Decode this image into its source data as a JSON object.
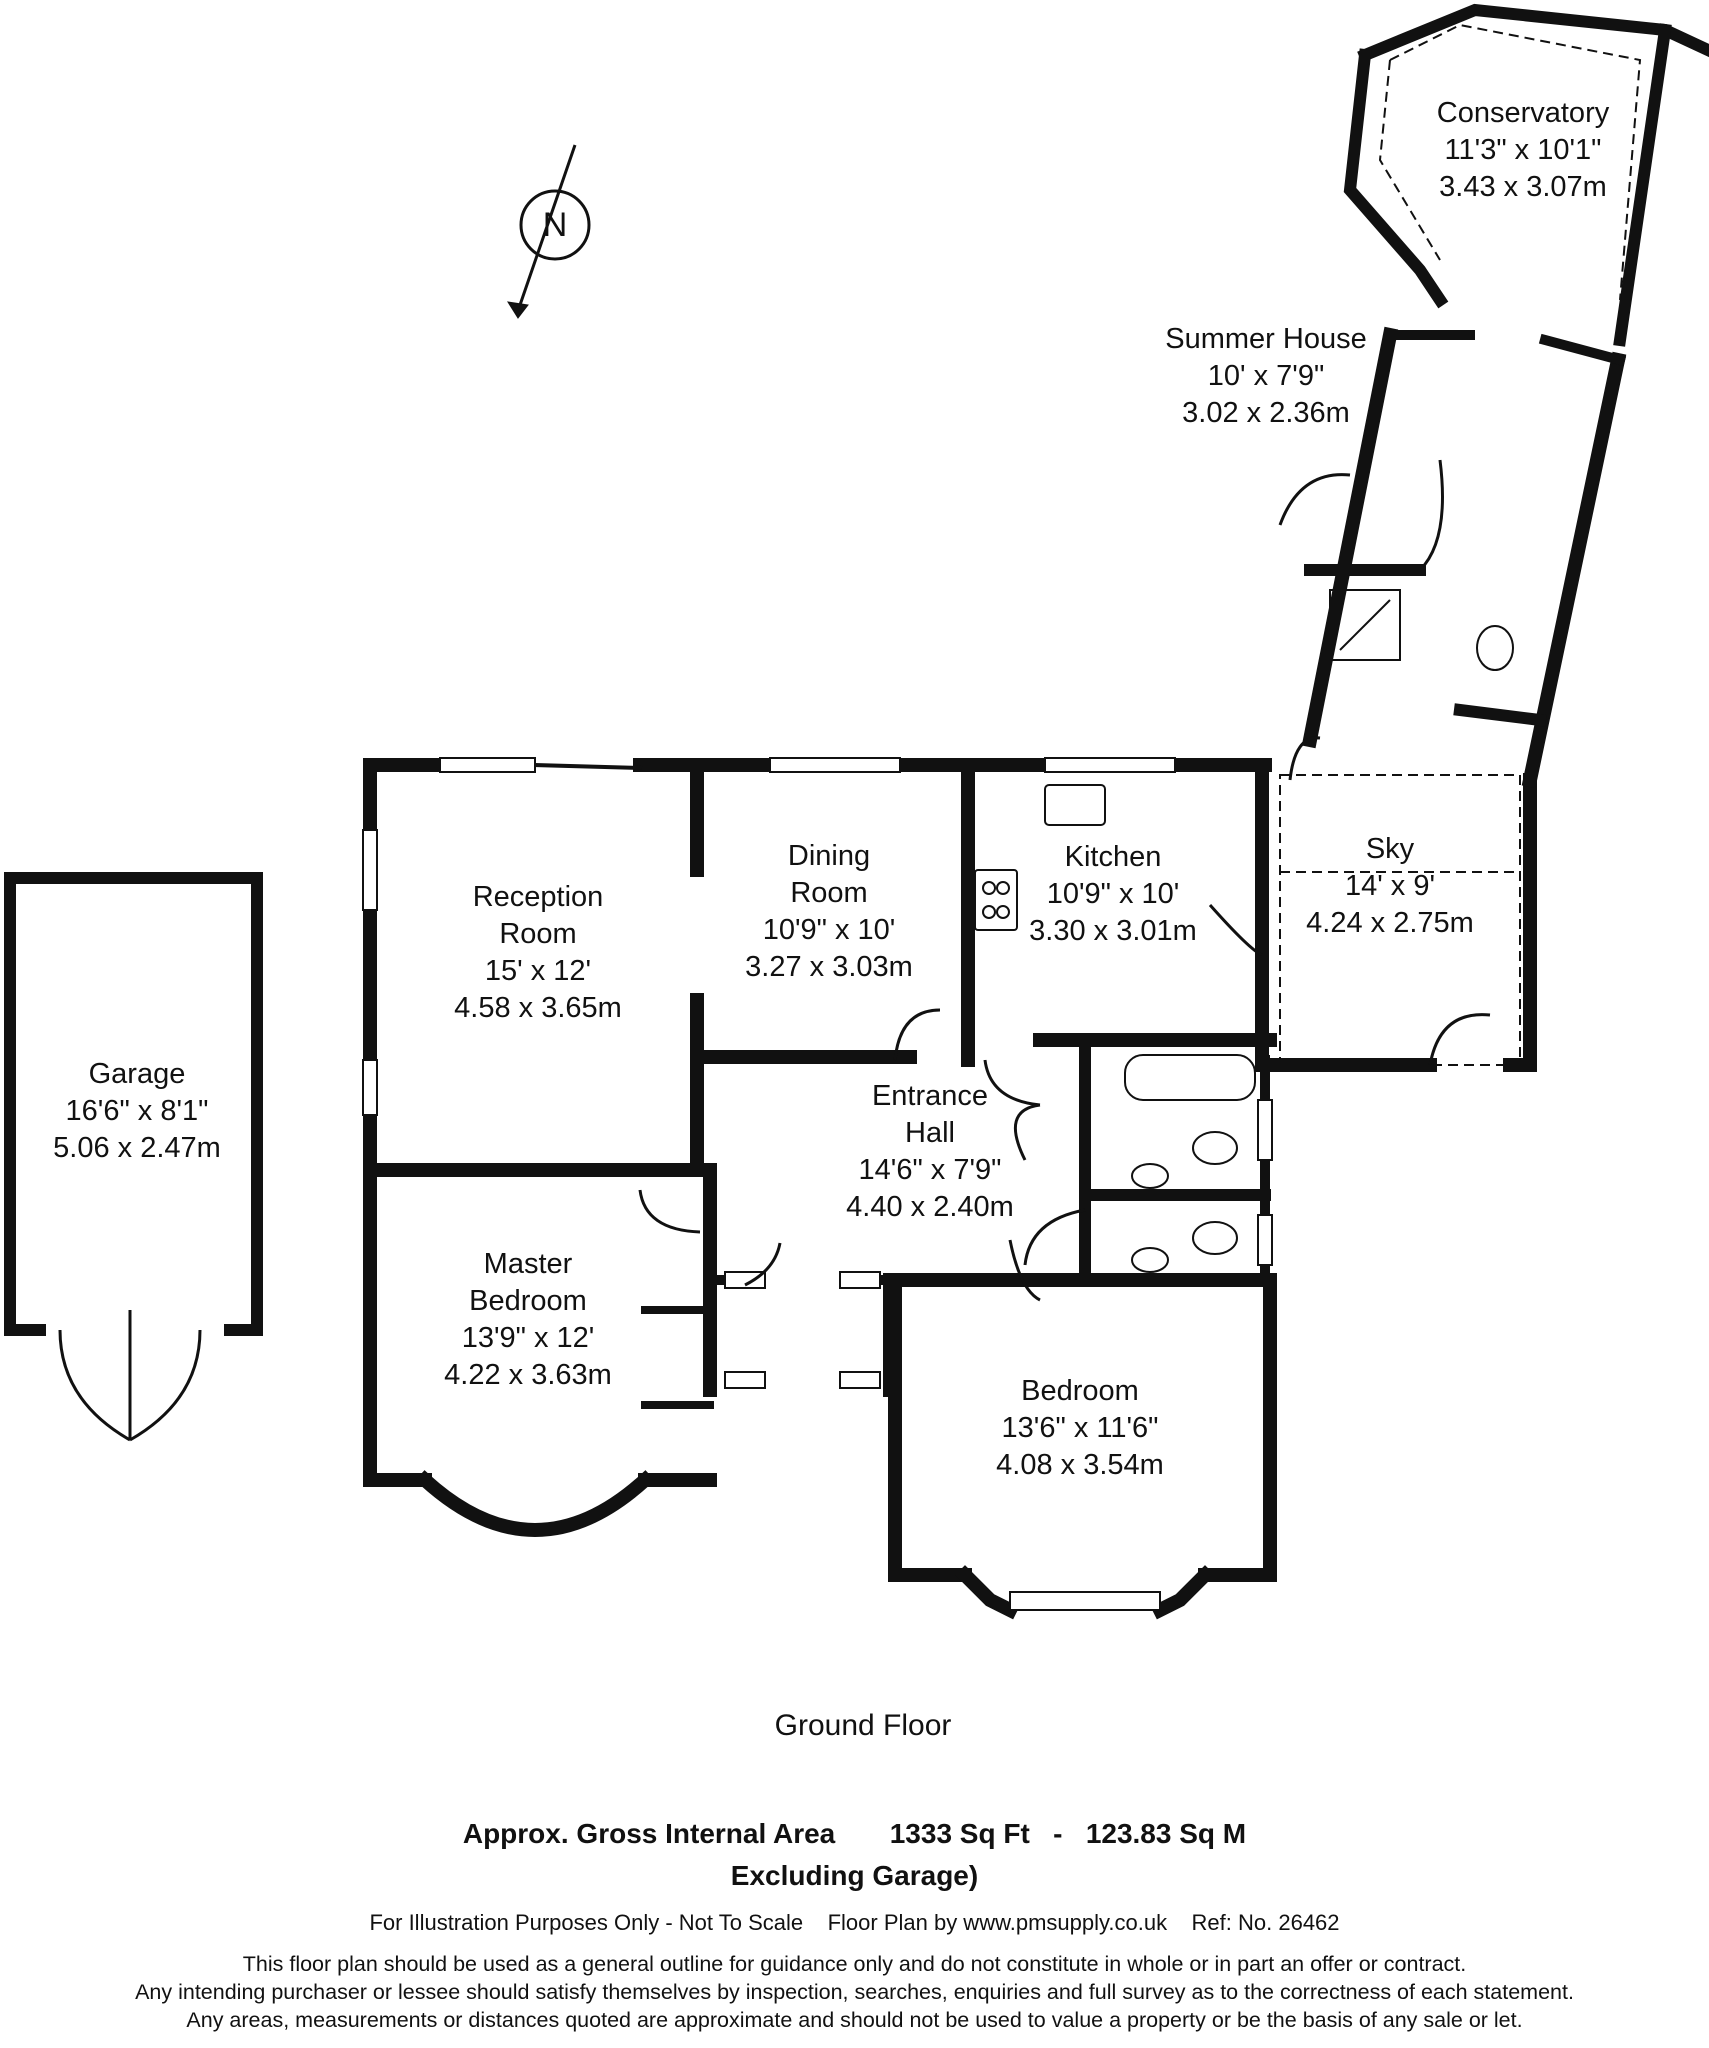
{
  "compass": {
    "letter": "N"
  },
  "rooms": [
    {
      "id": "conservatory",
      "name": [
        "Conservatory"
      ],
      "imperial": "11'3\" x 10'1\"",
      "metric": "3.43 x 3.07m"
    },
    {
      "id": "summer-house",
      "name": [
        "Summer House"
      ],
      "imperial": "10' x 7'9\"",
      "metric": "3.02 x 2.36m"
    },
    {
      "id": "sky",
      "name": [
        "Sky"
      ],
      "imperial": "14' x 9'",
      "metric": "4.24 x 2.75m"
    },
    {
      "id": "kitchen",
      "name": [
        "Kitchen"
      ],
      "imperial": "10'9\" x 10'",
      "metric": "3.30 x 3.01m"
    },
    {
      "id": "dining-room",
      "name": [
        "Dining",
        "Room"
      ],
      "imperial": "10'9\" x 10'",
      "metric": "3.27 x 3.03m"
    },
    {
      "id": "reception-room",
      "name": [
        "Reception",
        "Room"
      ],
      "imperial": "15' x 12'",
      "metric": "4.58 x 3.65m"
    },
    {
      "id": "entrance-hall",
      "name": [
        "Entrance",
        "Hall"
      ],
      "imperial": "14'6\" x 7'9\"",
      "metric": "4.40 x 2.40m"
    },
    {
      "id": "master-bedroom",
      "name": [
        "Master",
        "Bedroom"
      ],
      "imperial": "13'9\" x 12'",
      "metric": "4.22 x 3.63m"
    },
    {
      "id": "bedroom",
      "name": [
        "Bedroom"
      ],
      "imperial": "13'6\" x 11'6\"",
      "metric": "4.08 x 3.54m"
    },
    {
      "id": "garage",
      "name": [
        "Garage"
      ],
      "imperial": "16'6\" x 8'1\"",
      "metric": "5.06 x 2.47m"
    }
  ],
  "floor_label": "Ground Floor",
  "area": {
    "label": "Approx. Gross Internal Area",
    "sqft": "1333 Sq Ft",
    "separator": "-",
    "sqm": "123.83 Sq M",
    "note": "Excluding Garage)"
  },
  "illustration": {
    "text": "For Illustration Purposes Only - Not To Scale",
    "floorplan_by": "Floor Plan by  www.pmsupply.co.uk",
    "ref": "Ref: No. 26462"
  },
  "disclaimer": [
    "This floor plan should be used as a general outline for guidance only and do not constitute in whole or in part an offer or contract.",
    "Any intending purchaser or lessee should satisfy themselves by inspection, searches, enquiries and full survey as to the correctness of each statement.",
    "Any areas, measurements or distances quoted are approximate and should not be used to value a property or be the basis of any sale or let."
  ]
}
